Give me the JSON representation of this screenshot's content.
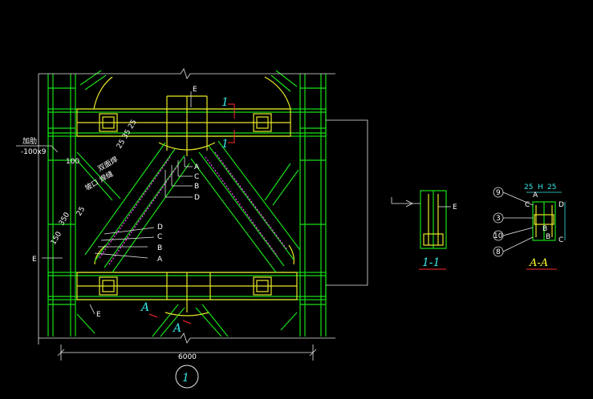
{
  "main_view": {
    "labels_right": [
      "A",
      "C",
      "B",
      "D"
    ],
    "labels_left": [
      "D",
      "C",
      "B",
      "A"
    ],
    "label_E_top": "E",
    "label_E_left": "E",
    "label_E_bottom": "E",
    "section_mark": "1",
    "section_mark_A": "A",
    "stiffener_label": "加肋",
    "stiffener_size": "-100x9",
    "dim_100": "100",
    "dim_350": "350",
    "dim_25": "25",
    "dim_150": "150",
    "dim_total": "6000",
    "note_top": "25 35 25",
    "note_diag": "双面焊",
    "note_diag2": "坡口 焊缝",
    "view_number": "1"
  },
  "section_1": {
    "title": "1-1",
    "label_E": "E"
  },
  "section_A": {
    "title": "A-A",
    "dims": [
      "25",
      "H",
      "25"
    ],
    "letters_left": [
      "C",
      "A",
      "B"
    ],
    "letters_right": [
      "D",
      "B",
      "C"
    ],
    "markers": [
      "9",
      "3",
      "10",
      "8"
    ]
  },
  "colors": {
    "background": "#000000",
    "steel": "#18e018",
    "plate": "#e8e82a",
    "dimension": "#39e6e6",
    "text": "#ffffff",
    "section_cut": "#ff2a2a",
    "weld": "#e040e0"
  }
}
